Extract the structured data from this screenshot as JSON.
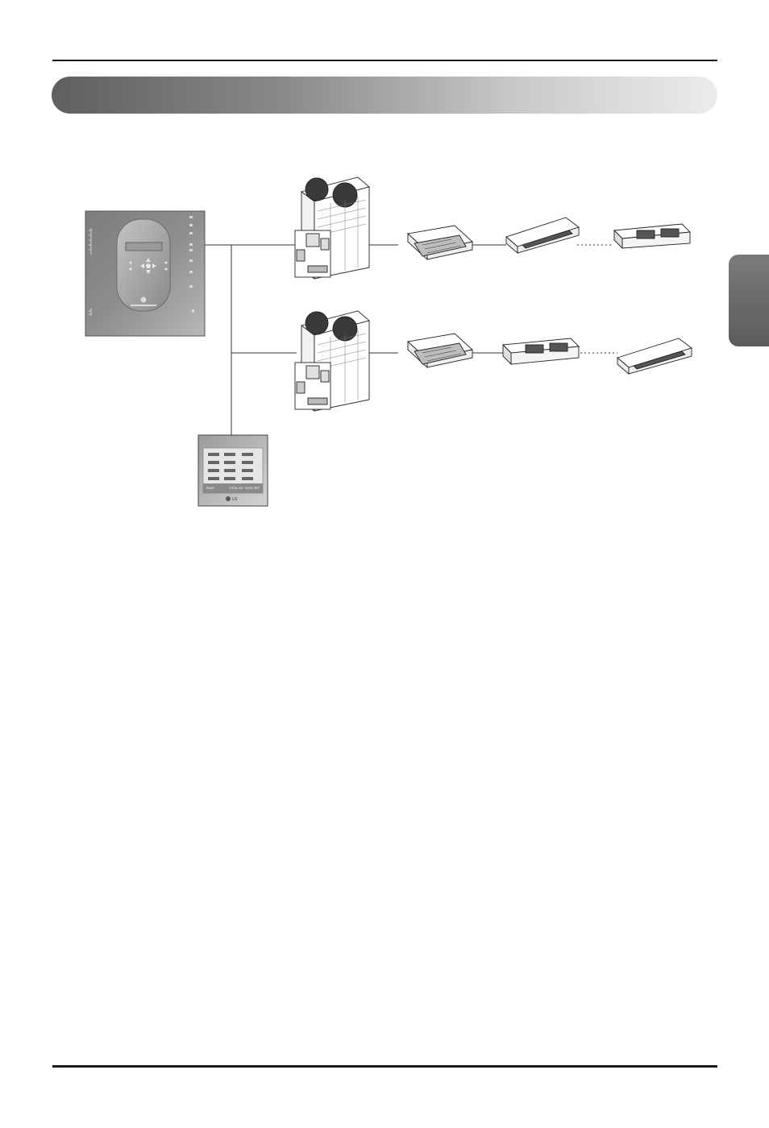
{
  "header": {
    "title": ""
  },
  "side_tab": {
    "label": ""
  },
  "diagram": {
    "controller": {
      "icon": "central-controller-icon"
    },
    "touch_panel": {
      "icon": "touch-panel-controller-icon",
      "footer_left": "PAGE",
      "footer_mid": "TOTAL ON",
      "footer_right": "TOTAL OFF",
      "brand": "LG"
    },
    "outdoor_units": [
      {
        "icon": "outdoor-unit-icon"
      },
      {
        "icon": "outdoor-unit-icon"
      }
    ],
    "indoor_units_row1": [
      {
        "icon": "ceiling-cassette-icon"
      },
      {
        "icon": "ceiling-concealed-duct-icon"
      },
      {
        "icon": "ducted-unit-icon"
      }
    ],
    "indoor_units_row2": [
      {
        "icon": "ceiling-cassette-icon"
      },
      {
        "icon": "ducted-unit-icon"
      },
      {
        "icon": "ceiling-concealed-duct-icon"
      }
    ]
  }
}
